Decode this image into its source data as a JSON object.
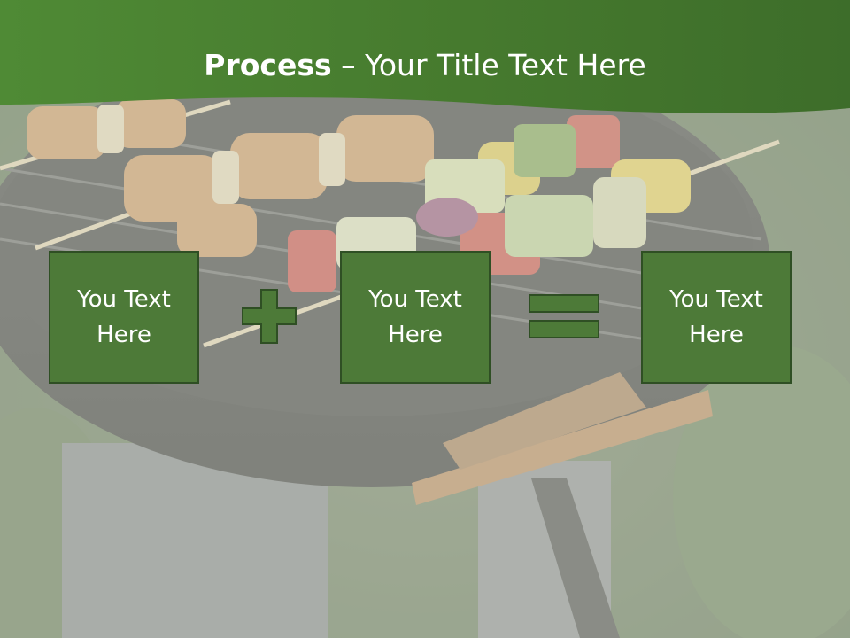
{
  "slide": {
    "title_bold": "Process",
    "title_rest": " – Your Title Text Here",
    "boxes": [
      {
        "label": "You Text Here"
      },
      {
        "label": "You Text Here"
      },
      {
        "label": "You Text Here"
      }
    ],
    "operators": [
      "plus-icon",
      "equals-icon"
    ],
    "background_image": "bbq-grill-skewers-photo"
  },
  "colors": {
    "header_green": "#4a7d2f",
    "box_fill": "#4d7a38",
    "box_border": "#2f4f24",
    "text": "#ffffff"
  }
}
